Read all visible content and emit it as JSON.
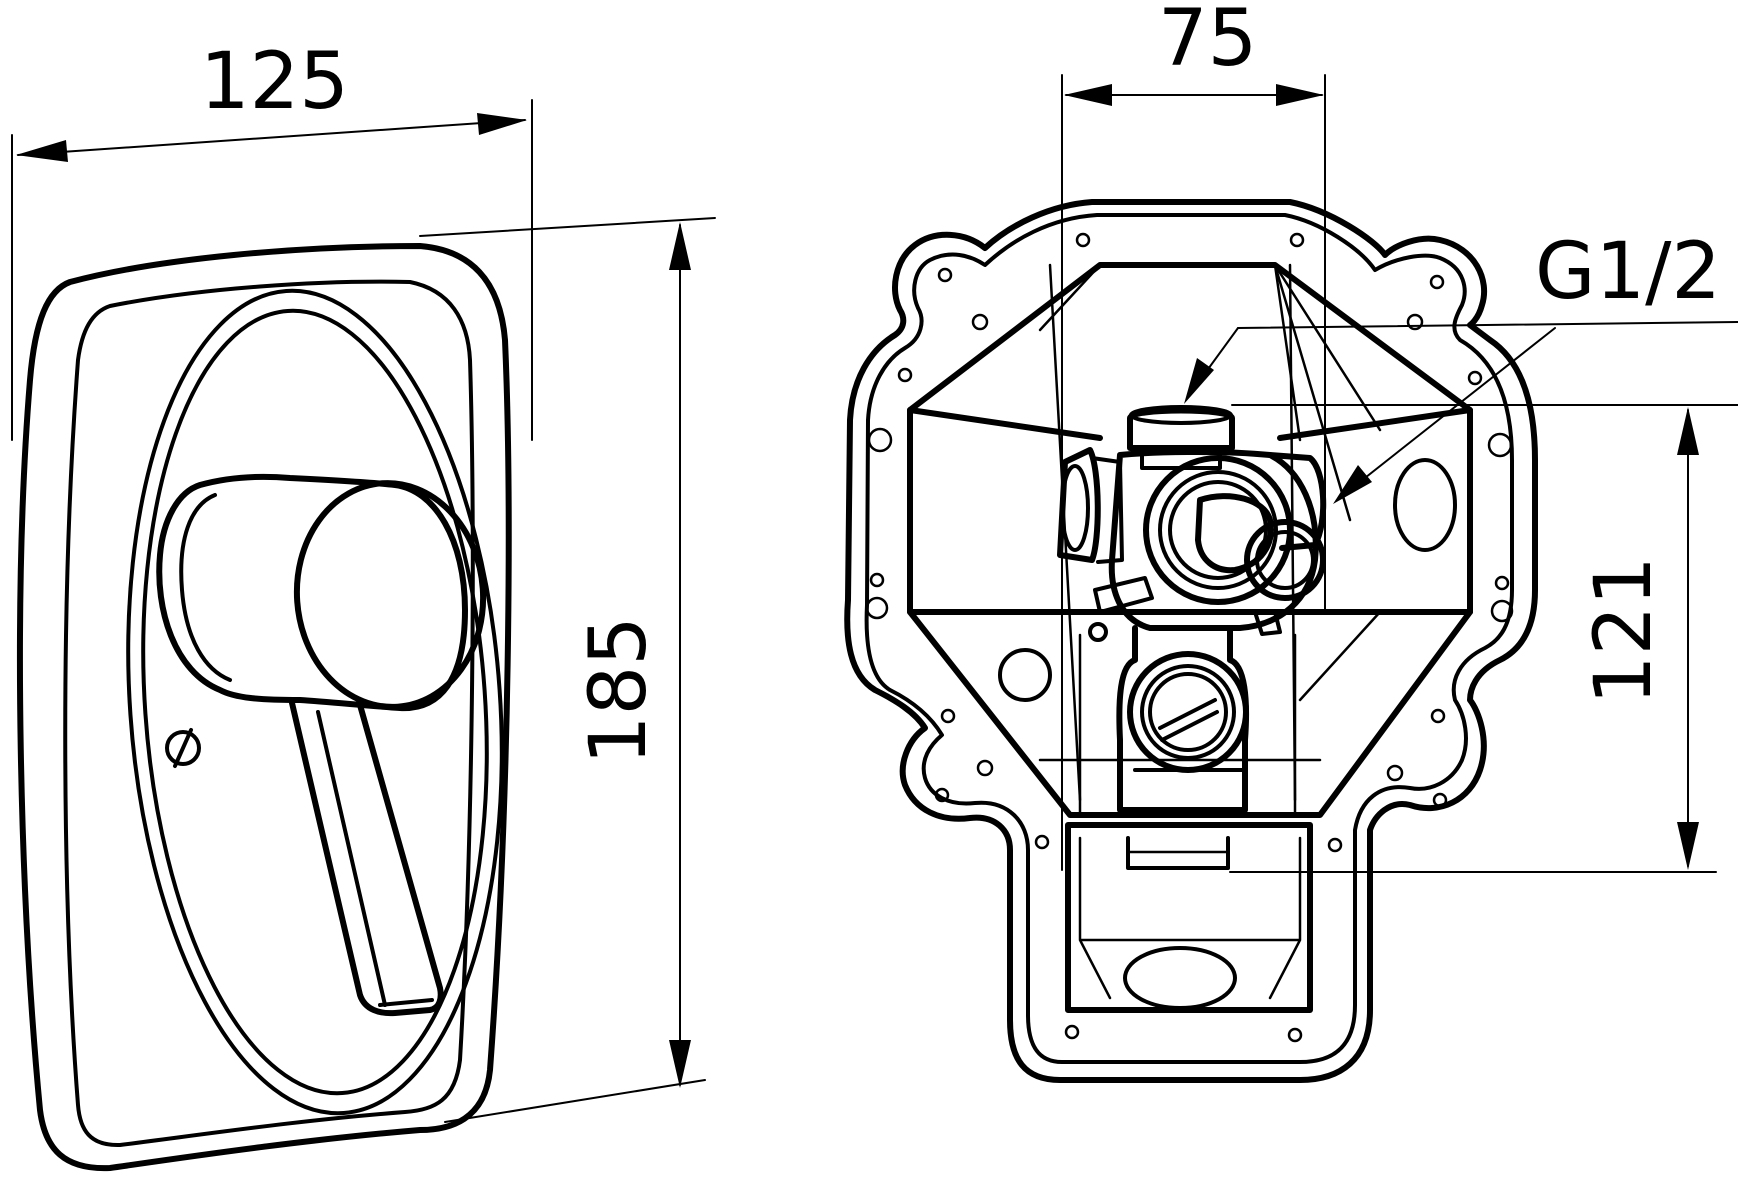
{
  "dimensions": {
    "plate_width": "125",
    "plate_height": "185",
    "body_width": "75",
    "body_height": "121",
    "thread": "G1/2"
  }
}
